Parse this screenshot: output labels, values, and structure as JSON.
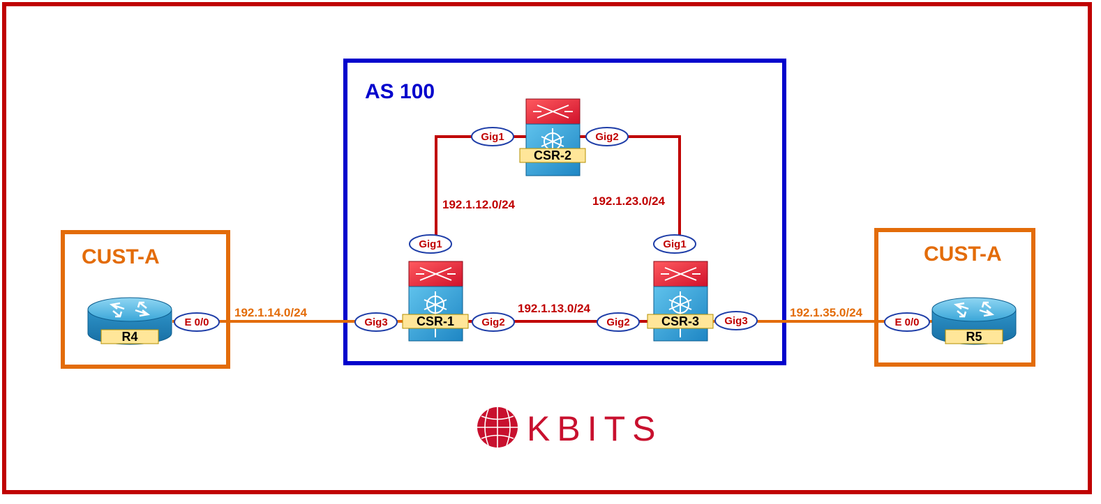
{
  "colors": {
    "frame": "#c00000",
    "as_box": "#0000cc",
    "cust_box": "#e36c09",
    "red_link": "#c00000",
    "orange_link": "#e36c09",
    "label_bg": "#ffe699"
  },
  "as_box": {
    "title": "AS 100"
  },
  "customers": {
    "left": {
      "title": "CUST-A"
    },
    "right": {
      "title": "CUST-A"
    }
  },
  "devices": {
    "csr1": {
      "name": "CSR-1",
      "icon": "nexus-switch-icon"
    },
    "csr2": {
      "name": "CSR-2",
      "icon": "nexus-switch-icon"
    },
    "csr3": {
      "name": "CSR-3",
      "icon": "nexus-switch-icon"
    },
    "r4": {
      "name": "R4",
      "icon": "router-icon"
    },
    "r5": {
      "name": "R5",
      "icon": "router-icon"
    }
  },
  "interfaces": {
    "csr2_gig1": "Gig1",
    "csr2_gig2": "Gig2",
    "csr1_gig1": "Gig1",
    "csr1_gig2": "Gig2",
    "csr1_gig3": "Gig3",
    "csr3_gig1": "Gig1",
    "csr3_gig2": "Gig2",
    "csr3_gig3": "Gig3",
    "r4_e00": "E 0/0",
    "r5_e00": "E 0/0"
  },
  "networks": {
    "n12": "192.1.12.0/24",
    "n23": "192.1.23.0/24",
    "n13": "192.1.13.0/24",
    "n14": "192.1.14.0/24",
    "n35": "192.1.35.0/24"
  },
  "logo": {
    "text": "KBITS",
    "icon": "globe-icon"
  }
}
